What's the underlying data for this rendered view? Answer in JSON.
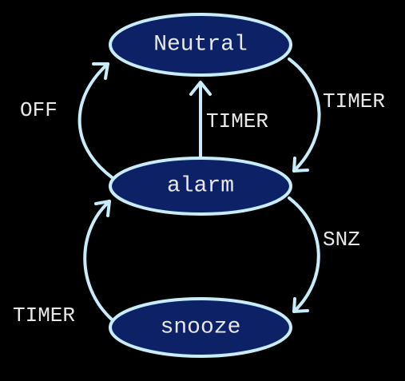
{
  "diagram": {
    "type": "state-machine",
    "states": {
      "neutral": "Neutral",
      "alarm": "alarm",
      "snooze": "snooze"
    },
    "transitions": [
      {
        "from": "alarm",
        "to": "neutral",
        "label": "OFF"
      },
      {
        "from": "alarm",
        "to": "neutral",
        "label": "TIMER"
      },
      {
        "from": "neutral",
        "to": "alarm",
        "label": "TIMER"
      },
      {
        "from": "alarm",
        "to": "snooze",
        "label": "SNZ"
      },
      {
        "from": "snooze",
        "to": "alarm",
        "label": "TIMER"
      }
    ],
    "colors": {
      "background": "#000000",
      "state_fill": "#0d2266",
      "state_stroke": "#c8ecfa",
      "edge": "#c8ecfa",
      "text": "#e8e8e8"
    }
  }
}
